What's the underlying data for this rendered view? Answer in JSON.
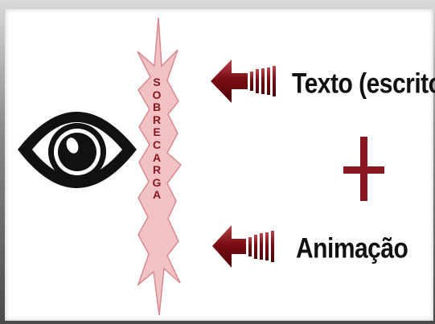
{
  "overload_label": "SOBRECARGA",
  "inputs": [
    {
      "label": "Texto (escrito)"
    },
    {
      "label": "Animação"
    }
  ],
  "operator": "+",
  "colors": {
    "arrow_dark": "#7a0c13",
    "arrow_light": "#b8454b",
    "burst_fill": "#f1c2c4",
    "burst_stroke": "#d98a8e",
    "eye": "#111111",
    "plus": "#8b1620"
  },
  "icons": [
    "eye-icon",
    "burst-icon",
    "arrow-left-icon",
    "plus-icon"
  ]
}
